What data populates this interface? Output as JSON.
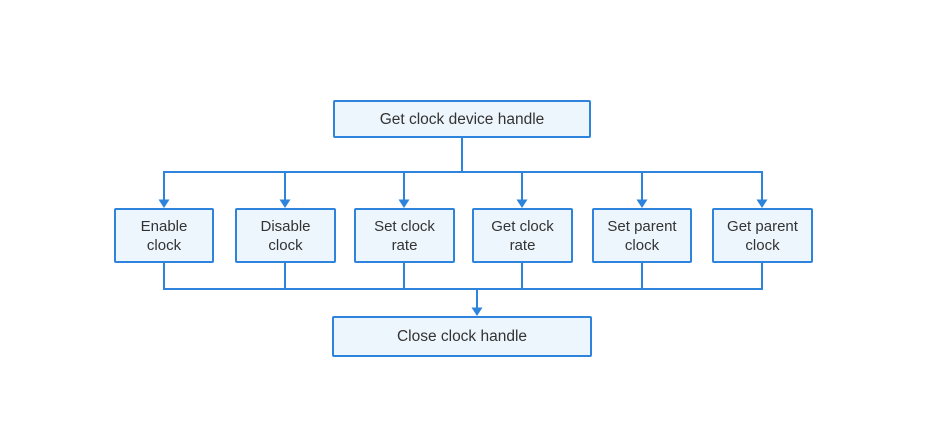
{
  "nodes": {
    "top": {
      "label": "Get clock device handle"
    },
    "middle": [
      {
        "label": "Enable clock",
        "lines": [
          "Enable",
          "clock"
        ]
      },
      {
        "label": "Disable clock",
        "lines": [
          "Disable",
          "clock"
        ]
      },
      {
        "label": "Set clock rate",
        "lines": [
          "Set clock",
          "rate"
        ]
      },
      {
        "label": "Get clock rate",
        "lines": [
          "Get clock",
          "rate"
        ]
      },
      {
        "label": "Set parent clock",
        "lines": [
          "Set parent",
          "clock"
        ]
      },
      {
        "label": "Get parent clock",
        "lines": [
          "Get parent",
          "clock"
        ]
      }
    ],
    "bottom": {
      "label": "Close clock handle"
    }
  },
  "colors": {
    "line": "#2e84dc",
    "node_fill": "#eef6fd",
    "node_border": "#2e84dc",
    "text": "#333333",
    "bg": "#ffffff"
  }
}
